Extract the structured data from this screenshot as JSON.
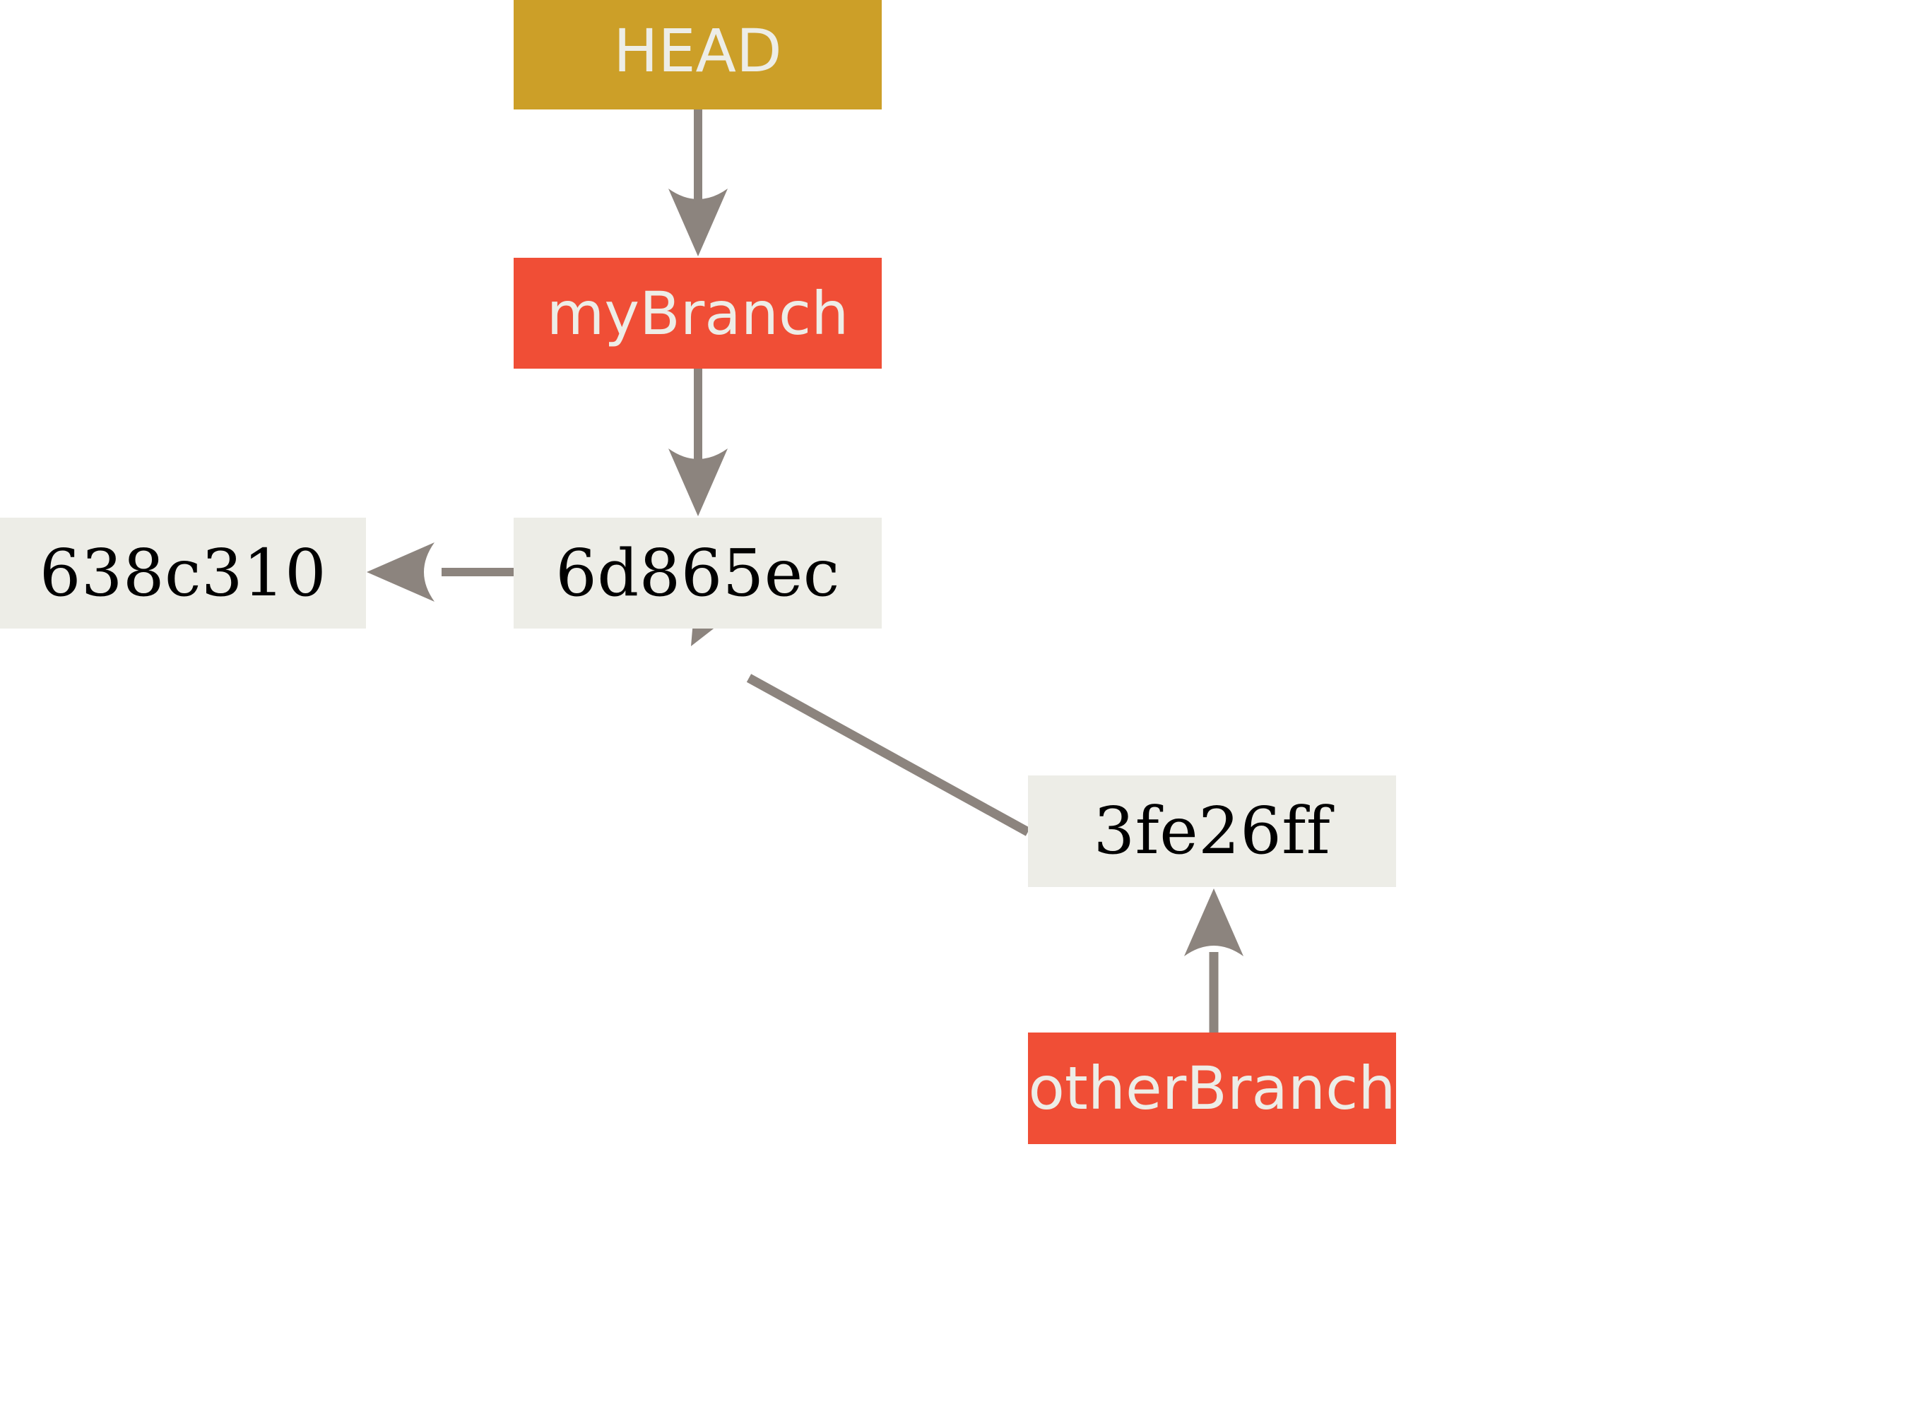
{
  "diagram": {
    "title": "git branch graph",
    "background_color": "#ffffff",
    "edge_color": "#8C847E",
    "colors": {
      "head_fill": "#CC9F28",
      "branch_fill": "#F04E36",
      "commit_fill": "#EDEDE7",
      "commit_text": "#000000",
      "ref_text": "#EDEDE7",
      "edge": "#8C847E"
    },
    "nodes": [
      {
        "id": "head",
        "label": "HEAD",
        "kind": "head",
        "fill": "#CC9F28",
        "text_color": "#EDEDE7"
      },
      {
        "id": "mybranch",
        "label": "myBranch",
        "kind": "branch",
        "fill": "#F04E36",
        "text_color": "#EDEDE7"
      },
      {
        "id": "commit_6d865ec",
        "label": "6d865ec",
        "kind": "commit",
        "fill": "#EDEDE7",
        "text_color": "#000000"
      },
      {
        "id": "commit_638c310",
        "label": "638c310",
        "kind": "commit",
        "fill": "#EDEDE7",
        "text_color": "#000000"
      },
      {
        "id": "commit_3fe26ff",
        "label": "3fe26ff",
        "kind": "commit",
        "fill": "#EDEDE7",
        "text_color": "#000000"
      },
      {
        "id": "otherbranch",
        "label": "otherBranch",
        "kind": "branch",
        "fill": "#F04E36",
        "text_color": "#EDEDE7"
      }
    ],
    "edges": [
      {
        "id": "e1",
        "from": "head",
        "to": "mybranch",
        "direction": "down"
      },
      {
        "id": "e2",
        "from": "mybranch",
        "to": "commit_6d865ec",
        "direction": "down"
      },
      {
        "id": "e3",
        "from": "commit_6d865ec",
        "to": "commit_638c310",
        "direction": "left"
      },
      {
        "id": "e4",
        "from": "commit_3fe26ff",
        "to": "commit_6d865ec",
        "direction": "up-left"
      },
      {
        "id": "e5",
        "from": "otherbranch",
        "to": "commit_3fe26ff",
        "direction": "up"
      }
    ]
  }
}
